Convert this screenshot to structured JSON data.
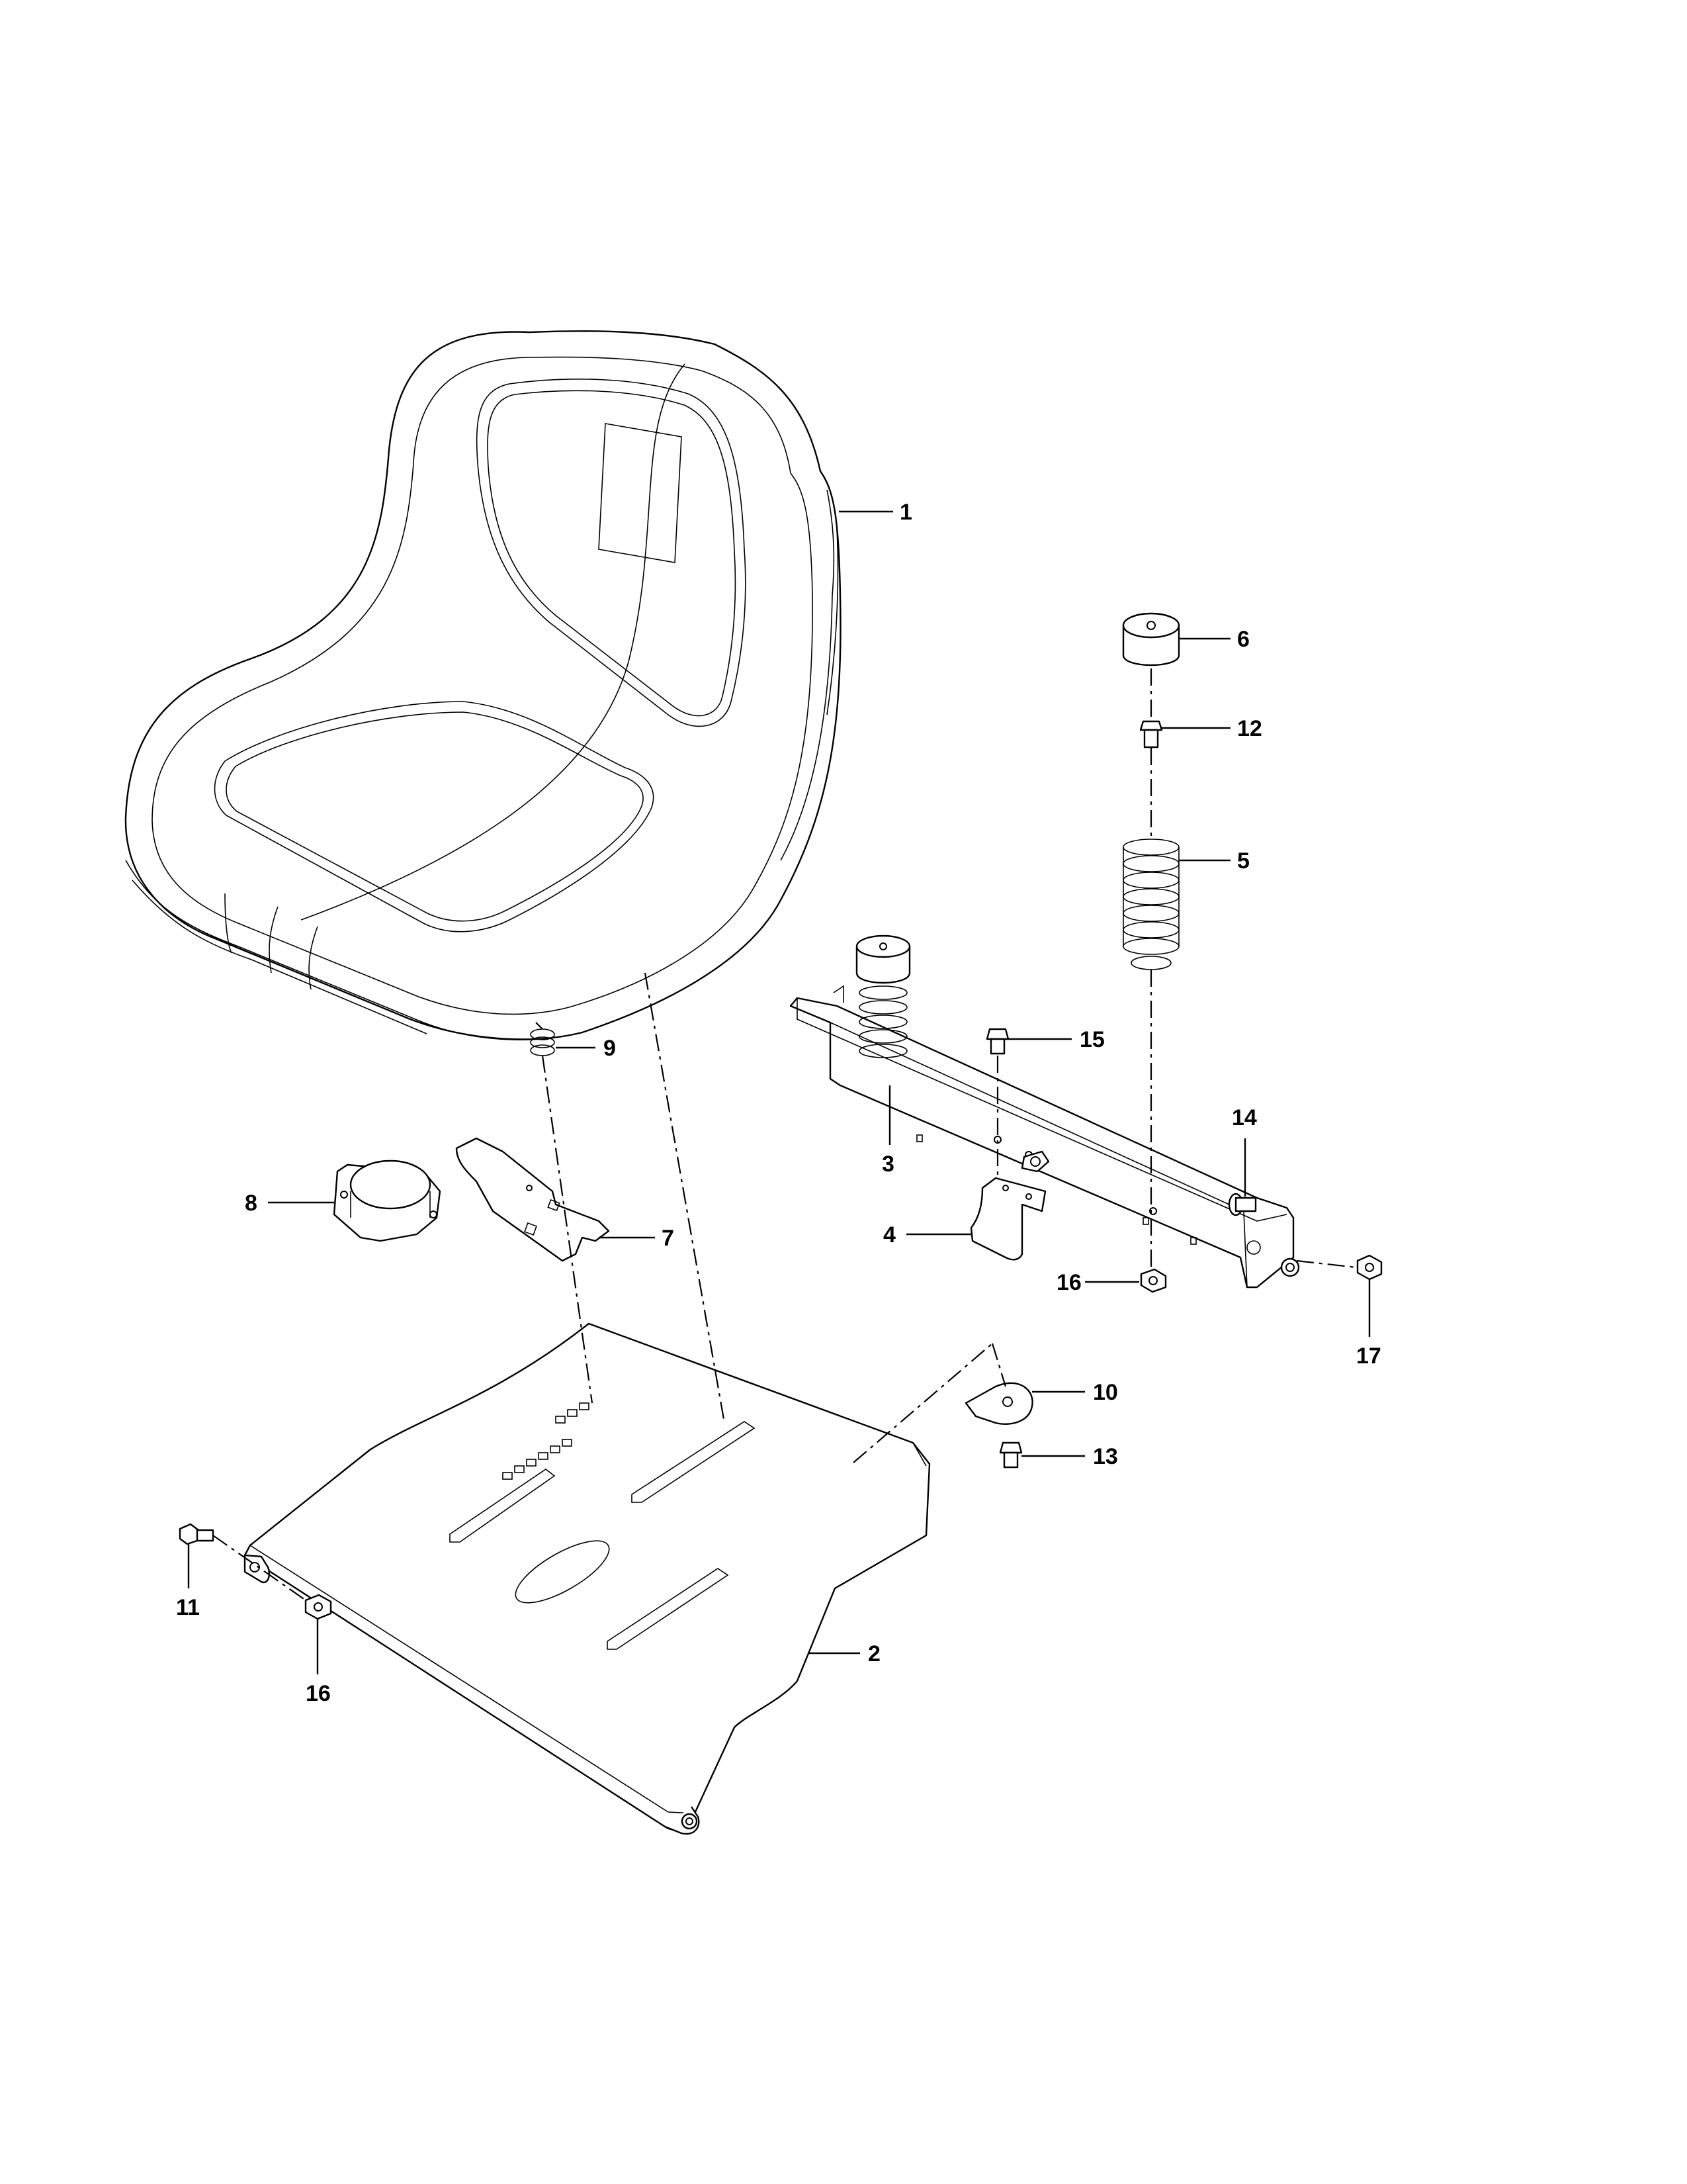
{
  "callouts": {
    "c1": "1",
    "c2": "2",
    "c3": "3",
    "c4": "4",
    "c5": "5",
    "c6": "6",
    "c7": "7",
    "c8": "8",
    "c9": "9",
    "c10": "10",
    "c11": "11",
    "c12": "12",
    "c13": "13",
    "c14": "14",
    "c15": "15",
    "c16a": "16",
    "c16b": "16",
    "c17": "17"
  }
}
